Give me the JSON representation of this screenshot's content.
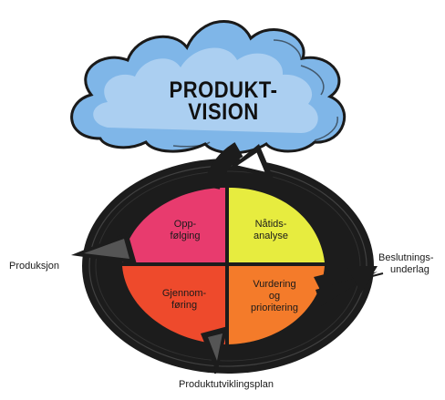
{
  "cloud": {
    "title_line1": "PRODUKT-",
    "title_line2": "VISION",
    "fill": "#7fb6e8",
    "fill_light": "#cfe4f7"
  },
  "quadrants": {
    "top_left": {
      "label": "Opp-\nfølging",
      "color": "#e83b6e"
    },
    "top_right": {
      "label": "Nåtids-\nanalyse",
      "color": "#e7ec3f"
    },
    "bottom_left": {
      "label": "Gjennom-\nføring",
      "color": "#ee4a2c"
    },
    "bottom_right": {
      "label": "Vurdering\nog\nprioritering",
      "color": "#f47b2a"
    }
  },
  "outputs": {
    "left": "Produksjon",
    "right_line1": "Beslutnings-",
    "right_line2": "underlag",
    "bottom": "Produktutviklingsplan"
  },
  "ring_color": "#1c1c1c"
}
